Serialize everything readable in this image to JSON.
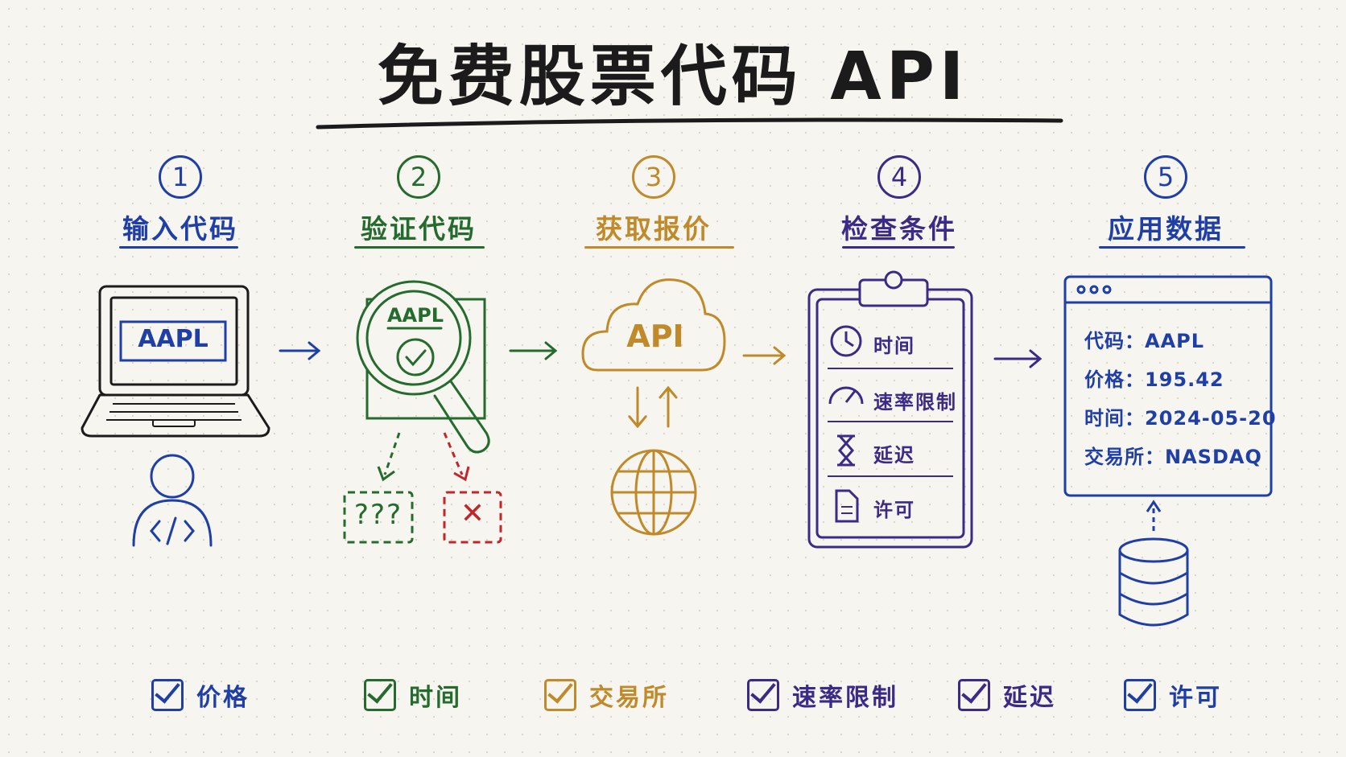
{
  "title": "免费股票代码 API",
  "steps": [
    {
      "num": "1",
      "label": "输入代码",
      "color": "#1f3fa7"
    },
    {
      "num": "2",
      "label": "验证代码",
      "color": "#256b2e"
    },
    {
      "num": "3",
      "label": "获取报价",
      "color": "#c08a2a"
    },
    {
      "num": "4",
      "label": "检查条件",
      "color": "#3b2a86"
    },
    {
      "num": "5",
      "label": "应用数据",
      "color": "#1f3fa7"
    }
  ],
  "input_ticker": "AAPL",
  "validate_ticker": "AAPL",
  "unknown_box": "???",
  "invalid_mark": "✕",
  "cloud_label": "API",
  "conditions": [
    "时间",
    "速率限制",
    "延迟",
    "许可"
  ],
  "data_panel": [
    {
      "key": "代码",
      "sep": "：",
      "value": "AAPL"
    },
    {
      "key": "价格",
      "sep": "：",
      "value": "195.42"
    },
    {
      "key": "时间",
      "sep": "：",
      "value": "2024-05-20"
    },
    {
      "key": "交易所",
      "sep": "：",
      "value": "NASDAQ"
    }
  ],
  "checklist": [
    {
      "label": "价格",
      "color": "#1f3fa7"
    },
    {
      "label": "时间",
      "color": "#256b2e"
    },
    {
      "label": "交易所",
      "color": "#c08a2a"
    },
    {
      "label": "速率限制",
      "color": "#3b2a86"
    },
    {
      "label": "延迟",
      "color": "#3b2a86"
    },
    {
      "label": "许可",
      "color": "#1f3fa7"
    }
  ],
  "colors": {
    "blue": "#1f3fa7",
    "green": "#256b2e",
    "gold": "#c08a2a",
    "purple": "#3b2a86",
    "red": "#c2262b",
    "ink": "#1b1b1b"
  },
  "icons": [
    "laptop-icon",
    "developer-icon",
    "magnifier-icon",
    "cloud-icon",
    "globe-icon",
    "clipboard-icon",
    "clock-icon",
    "gauge-icon",
    "hourglass-icon",
    "document-icon",
    "browser-window-icon",
    "database-icon",
    "arrow-icon",
    "checkbox-icon"
  ]
}
